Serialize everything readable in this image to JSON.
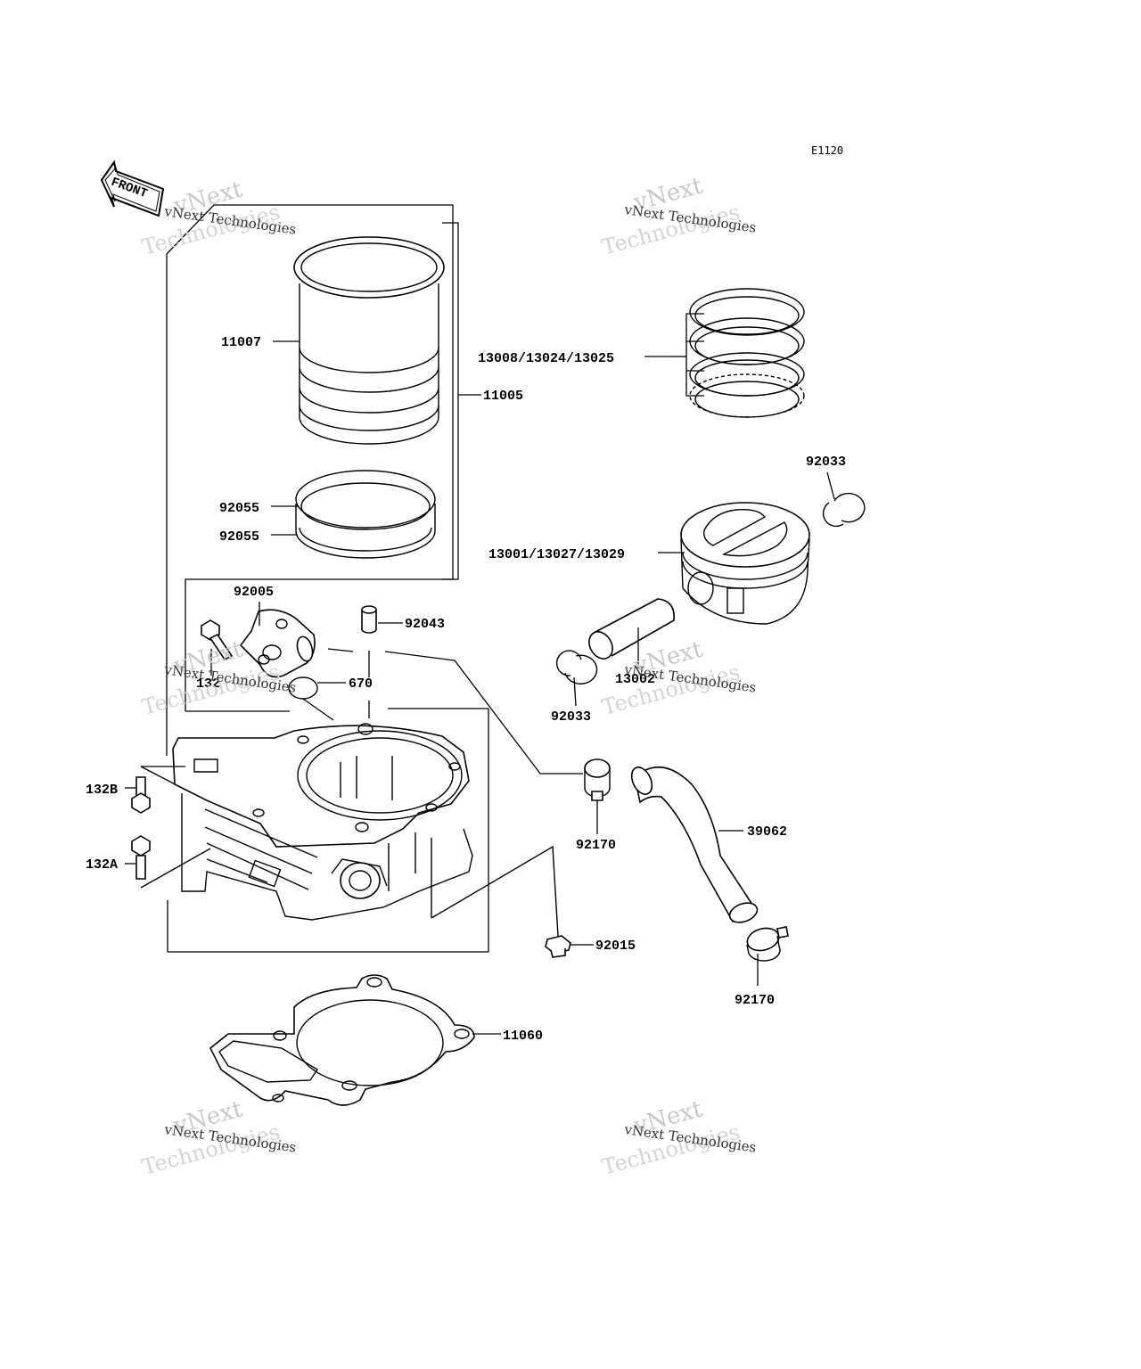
{
  "diagram": {
    "code": "E1120",
    "front_label": "FRONT",
    "watermark": {
      "line1": "vNext Technologies",
      "line2": "vNext",
      "line3": "Technologies"
    },
    "parts": [
      {
        "id": "p11007",
        "label": "11007"
      },
      {
        "id": "p11005",
        "label": "11005"
      },
      {
        "id": "p92055a",
        "label": "92055"
      },
      {
        "id": "p92055b",
        "label": "92055"
      },
      {
        "id": "p92005",
        "label": "92005"
      },
      {
        "id": "p92043",
        "label": "92043"
      },
      {
        "id": "p132",
        "label": "132"
      },
      {
        "id": "p670",
        "label": "670"
      },
      {
        "id": "p132b",
        "label": "132B"
      },
      {
        "id": "p132a",
        "label": "132A"
      },
      {
        "id": "p13008",
        "label": "13008/13024/13025"
      },
      {
        "id": "p92033a",
        "label": "92033"
      },
      {
        "id": "p13001",
        "label": "13001/13027/13029"
      },
      {
        "id": "p13002",
        "label": "13002"
      },
      {
        "id": "p92033b",
        "label": "92033"
      },
      {
        "id": "p92170a",
        "label": "92170"
      },
      {
        "id": "p39062",
        "label": "39062"
      },
      {
        "id": "p92015",
        "label": "92015"
      },
      {
        "id": "p92170b",
        "label": "92170"
      },
      {
        "id": "p11060",
        "label": "11060"
      }
    ]
  }
}
